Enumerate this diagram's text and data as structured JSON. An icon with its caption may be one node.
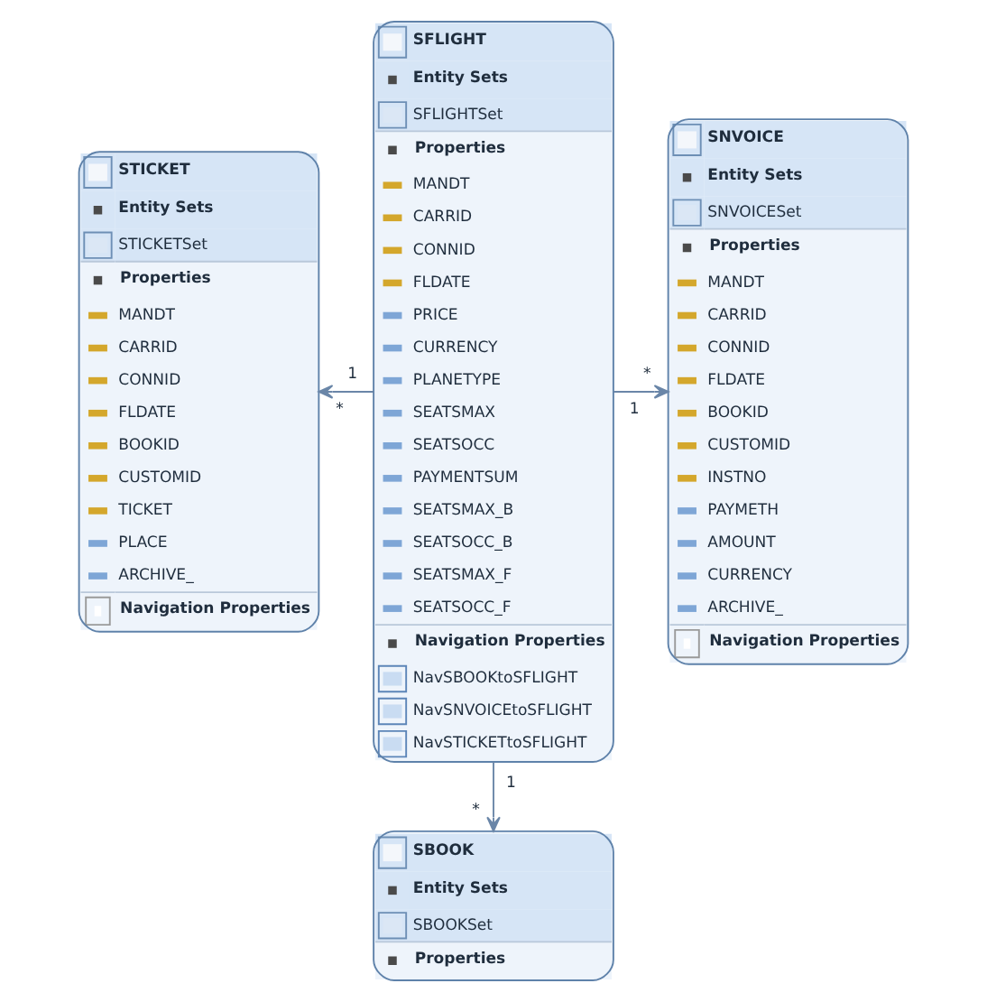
{
  "diagram": {
    "nodes": [
      {
        "text": [
          "STICKET",
          "Entity Sets",
          "STICKETSet",
          "Properties",
          "MANDT",
          "CARRID",
          "CONNID",
          "FLDATE",
          "BOOKID",
          "CUSTOMID",
          "TICKET",
          "PLACE",
          "ARCHIVE_",
          "Navigation Properties"
        ]
      },
      {
        "text": [
          "SFLIGHT",
          "Entity Sets",
          "SFLIGHTSet",
          "Properties",
          "MANDT",
          "CARRID",
          "CONNID",
          "FLDATE",
          "PRICE",
          "CURRENCY",
          "PLANETYPE",
          "SEATSMAX",
          "SEATSOCC",
          "PAYMENTSUM",
          "SEATSMAX_B",
          "SEATSOCC_B",
          "SEATSMAX_F",
          "SEATSOCC_F",
          "Navigation Properties",
          "NavSBOOKtoSFLIGHT",
          "NavSNVOICEtoSFLIGHT",
          "NavSTICKETtoSFLIGHT"
        ]
      },
      {
        "text": [
          "SNVOICE",
          "Entity Sets",
          "SNVOICESet",
          "Properties",
          "MANDT",
          "CARRID",
          "CONNID",
          "FLDATE",
          "BOOKID",
          "CUSTOMID",
          "INSTNO",
          "PAYMETH",
          "AMOUNT",
          "CURRENCY",
          "ARCHIVE_",
          "Navigation Properties"
        ]
      },
      {
        "text": [
          "SBOOK",
          "Entity Sets",
          "SBOOKSet",
          "Properties"
        ]
      }
    ],
    "edges": [
      {
        "from": 1,
        "to": 0,
        "arrow": "to"
      },
      {
        "from": 1,
        "to": 2,
        "arrow": "to"
      },
      {
        "from": 1,
        "to": 3,
        "arrow": "to"
      }
    ],
    "labels": [
      "*",
      "1",
      "1",
      "*",
      "1",
      "*"
    ]
  }
}
